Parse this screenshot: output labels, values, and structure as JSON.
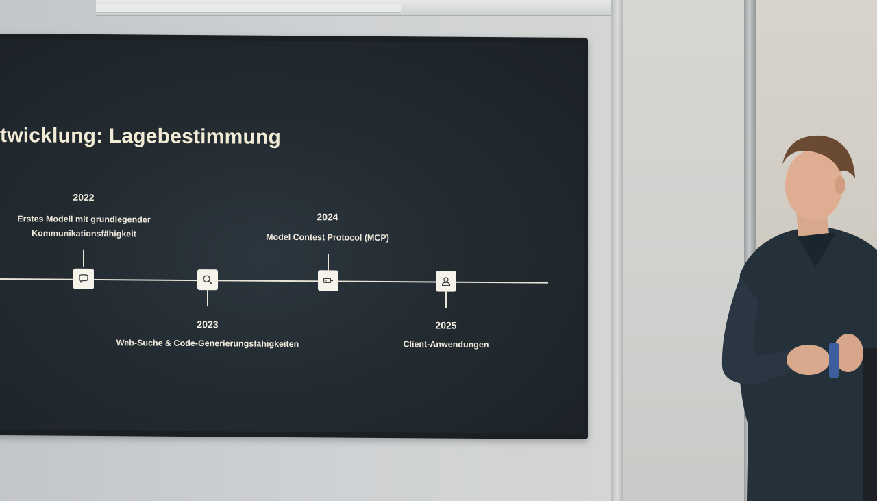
{
  "slide": {
    "title": "twicklung: Lagebestimmung",
    "milestones": [
      {
        "year": "2022",
        "label_line1": "Erstes Modell mit grundlegender",
        "label_line2": "Kommunikationsfähigkeit",
        "icon": "chat-bubble-icon",
        "position": "above"
      },
      {
        "year": "2023",
        "label_line1": "Web-Suche & Code-Generierungsfähigkeiten",
        "label_line2": "",
        "icon": "search-icon",
        "position": "below"
      },
      {
        "year": "2024",
        "label_line1": "Model Contest Protocol (MCP)",
        "label_line2": "",
        "icon": "plug-icon",
        "position": "above"
      },
      {
        "year": "2025",
        "label_line1": "Client-Anwendungen",
        "label_line2": "",
        "icon": "user-icon",
        "position": "below"
      }
    ]
  },
  "colors": {
    "screen_bg": "#232b31",
    "slide_text": "#f1ead5",
    "timeline": "#e8e4d8"
  }
}
